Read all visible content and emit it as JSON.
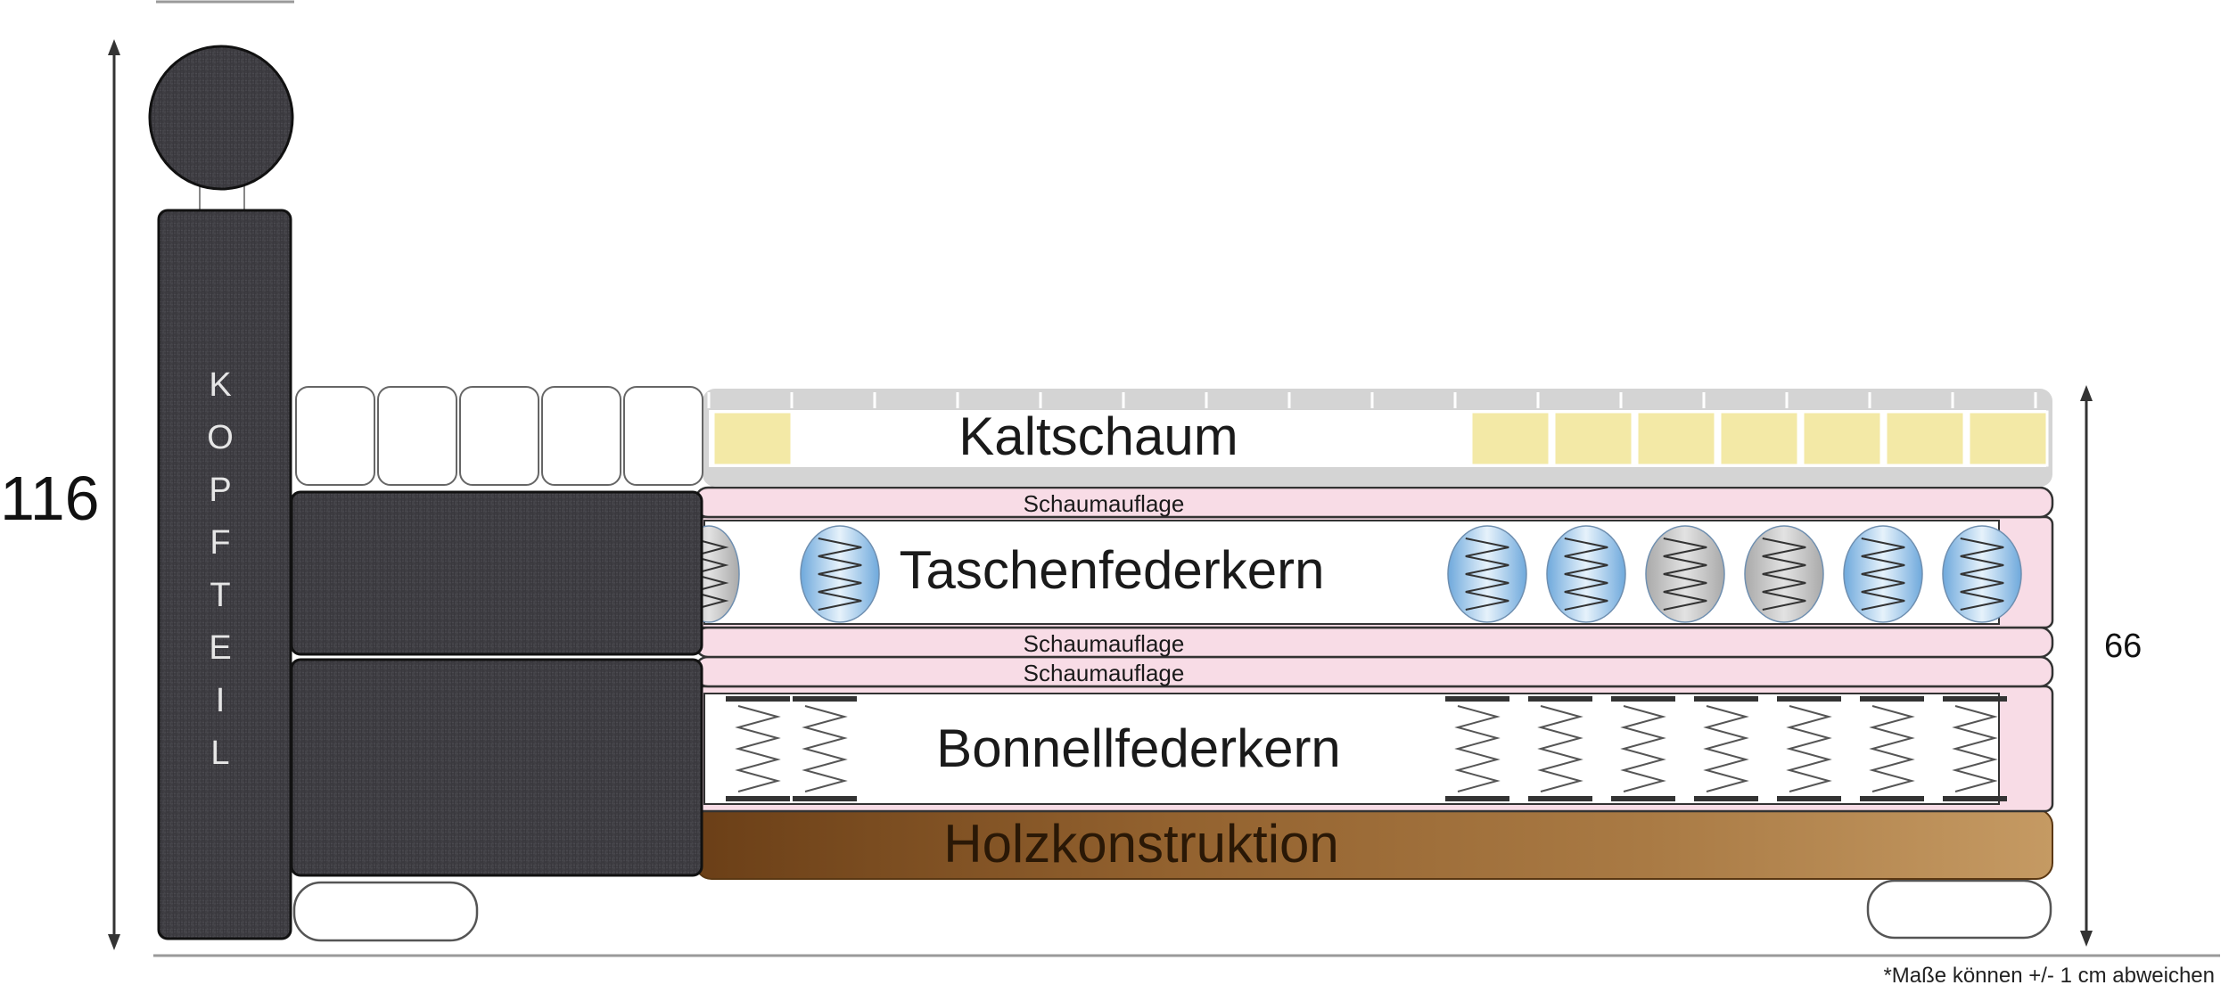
{
  "dimensions": {
    "total_height": "116",
    "bed_height": "66"
  },
  "headboard": {
    "letters": [
      "K",
      "O",
      "P",
      "F",
      "T",
      "E",
      "I",
      "L"
    ]
  },
  "layers": {
    "topper": "Kaltschaum",
    "foam_top_1": "Schaumauflage",
    "pocket_spring": "Taschenfederkern",
    "foam_top_2": "Schaumauflage",
    "foam_top_3": "Schaumauflage",
    "bonnell_spring": "Bonnellfederkern",
    "frame": "Holzkonstruktion"
  },
  "note": "*Maße können +/- 1 cm abweichen",
  "colors": {
    "fabric": "#3f3e43",
    "foam_pink": "#f8dce6",
    "foam_yellow": "#f3e9a6",
    "wood": "#8a5a2a",
    "spring_blue": "#9cc6ea",
    "spring_grey": "#c4c4c4"
  }
}
